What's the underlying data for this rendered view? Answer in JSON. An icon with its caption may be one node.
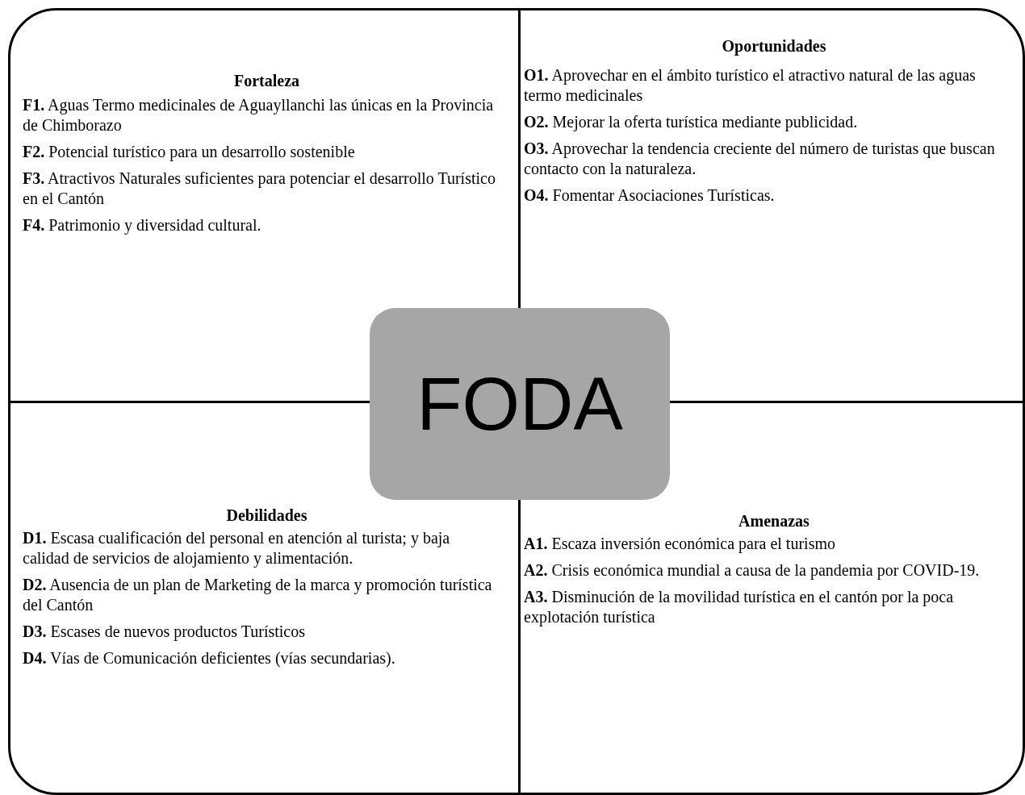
{
  "diagram": {
    "nodes": [
      {
        "text": [
          "Fortaleza",
          "**F1.** Aguas Termo medicinales de Aguayllanchi las únicas en la Provincia de Chimborazo",
          "**F2.** Potencial turístico para un desarrollo sostenible",
          "**F3.** Atractivos Naturales suficientes para potenciar el desarrollo Turístico en el Cantón",
          "**F4.** Patrimonio y diversidad cultural."
        ]
      },
      {
        "text": [
          "Oportunidades",
          "**O1.** Aprovechar en el ámbito turístico el atractivo natural de las aguas termo medicinales",
          "**O2.** Mejorar la oferta turística mediante publicidad.",
          "**O3.** Aprovechar la tendencia creciente del número de turistas que buscan contacto con la naturaleza.",
          "**O4.** Fomentar Asociaciones Turísticas."
        ]
      },
      {
        "text": [
          "FODA"
        ]
      },
      {
        "text": [
          "Debilidades",
          "**D1.** Escasa cualificación del personal en atención al turista; y baja calidad de servicios de alojamiento y alimentación.",
          "**D2.** Ausencia de un plan de Marketing de la marca y promoción turística del Cantón",
          "**D3.** Escases de nuevos productos Turísticos",
          "**D4.** Vías de Comunicación deficientes (vías secundarias)."
        ]
      },
      {
        "text": [
          "Amenazas",
          "**A1.** Escaza inversión económica para el turismo",
          "**A2.** Crisis económica mundial a causa de la pandemia por COVID-19.",
          "**A3.** Disminución de la movilidad turística en el cantón por la poca explotación turística"
        ]
      }
    ]
  }
}
